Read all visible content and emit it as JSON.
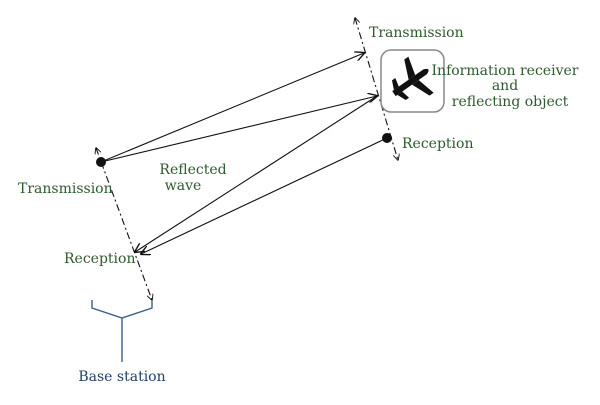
{
  "diagram": {
    "labels": {
      "transmission_top": "Transmission",
      "info_receiver_line1": "Information receiver",
      "info_receiver_line2": "and",
      "info_receiver_line3": "reflecting object",
      "reception_right": "Reception",
      "transmission_left": "Transmission",
      "reflected_line1": "Reflected",
      "reflected_line2": "wave",
      "reception_left": "Reception",
      "base_station": "Base station"
    },
    "icons": {
      "aircraft": "airplane-icon",
      "antenna": "antenna-icon"
    },
    "colors": {
      "label_text": "#2d5a2d",
      "base_label_text": "#1f3f66",
      "antenna": "#3a5f8a",
      "lines": "#111111",
      "icon_box_border": "#888888"
    }
  }
}
